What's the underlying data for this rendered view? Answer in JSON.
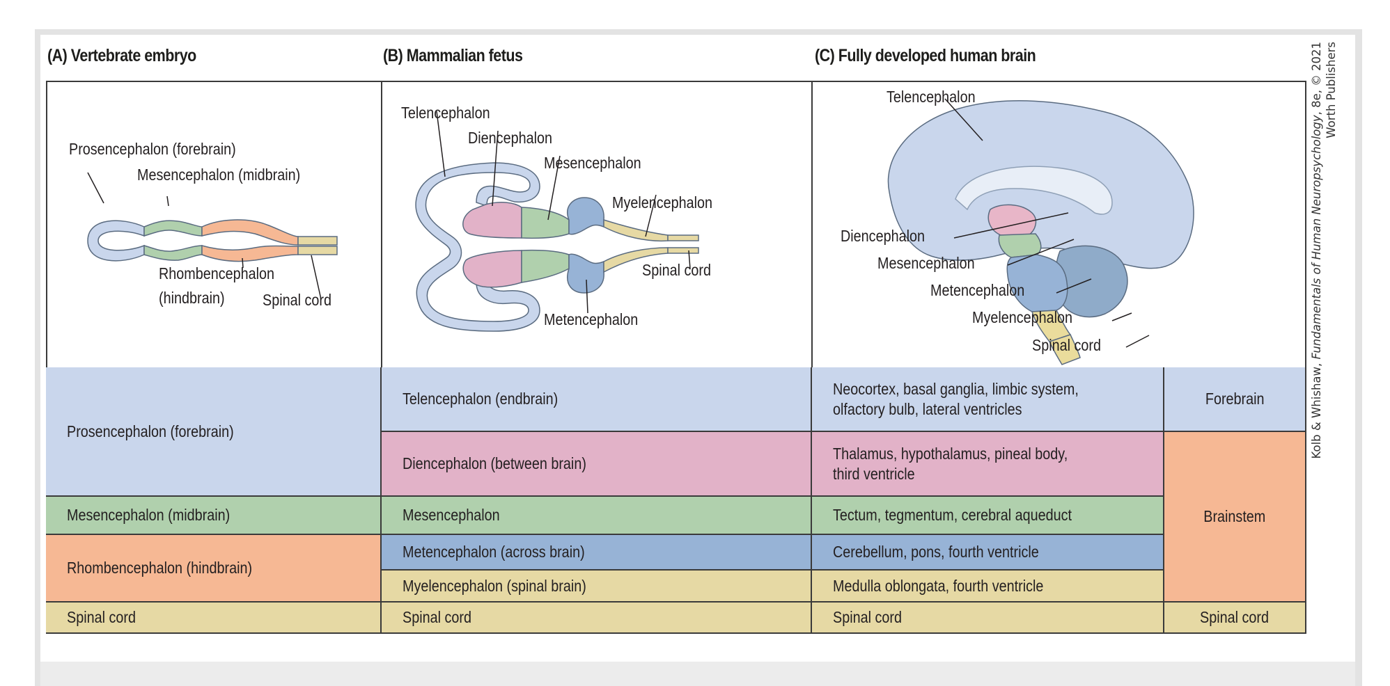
{
  "headers": {
    "a": "(A) Vertebrate embryo",
    "b": "(B) Mammalian fetus",
    "c": "(C) Fully developed human brain"
  },
  "panel_a": {
    "labels": {
      "prosencephalon": "Prosencephalon (forebrain)",
      "mesencephalon": "Mesencephalon (midbrain)",
      "rhombencephalon_1": "Rhombencephalon",
      "rhombencephalon_2": "(hindbrain)",
      "spinal_cord": "Spinal cord"
    }
  },
  "panel_b": {
    "labels": {
      "telencephalon": "Telencephalon",
      "diencephalon": "Diencephalon",
      "mesencephalon": "Mesencephalon",
      "myelencephalon": "Myelencephalon",
      "spinal_cord": "Spinal cord",
      "metencephalon": "Metencephalon"
    }
  },
  "panel_c": {
    "labels": {
      "telencephalon": "Telencephalon",
      "diencephalon": "Diencephalon",
      "mesencephalon": "Mesencephalon",
      "metencephalon": "Metencephalon",
      "myelencephalon": "Myelencephalon",
      "spinal_cord": "Spinal cord"
    }
  },
  "colors": {
    "forebrain_blue": "#c9d6ec",
    "diencephalon_pink": "#e2b2c8",
    "midbrain_green": "#b0d0ad",
    "hindbrain_orange": "#f6b894",
    "metencephalon_blue": "#97b3d6",
    "spinal_yellow": "#e6d9a4",
    "outline": "#5a6b80"
  },
  "table": {
    "col1": {
      "prosencephalon": "Prosencephalon (forebrain)",
      "mesencephalon": "Mesencephalon (midbrain)",
      "rhombencephalon": "Rhombencephalon (hindbrain)",
      "spinal_cord": "Spinal cord"
    },
    "col2": {
      "telencephalon": "Telencephalon (endbrain)",
      "diencephalon": "Diencephalon (between brain)",
      "mesencephalon": "Mesencephalon",
      "metencephalon": "Metencephalon (across brain)",
      "myelencephalon": "Myelencephalon (spinal brain)",
      "spinal_cord": "Spinal cord"
    },
    "col3": {
      "telencephalon_1": "Neocortex, basal ganglia, limbic system,",
      "telencephalon_2": "olfactory bulb, lateral ventricles",
      "diencephalon_1": "Thalamus, hypothalamus, pineal body,",
      "diencephalon_2": "third ventricle",
      "mesencephalon": "Tectum, tegmentum, cerebral aqueduct",
      "metencephalon": "Cerebellum, pons, fourth ventricle",
      "myelencephalon": "Medulla oblongata, fourth ventricle",
      "spinal_cord": "Spinal cord"
    },
    "col4": {
      "forebrain": "Forebrain",
      "brainstem": "Brainstem",
      "spinal_cord": "Spinal cord"
    }
  },
  "credit": {
    "authors": "Kolb & Whishaw, ",
    "title": "Fundamentals of Human Neuropsychology",
    "edition": ", 8e, © 2021",
    "publisher": "Worth Publishers"
  }
}
